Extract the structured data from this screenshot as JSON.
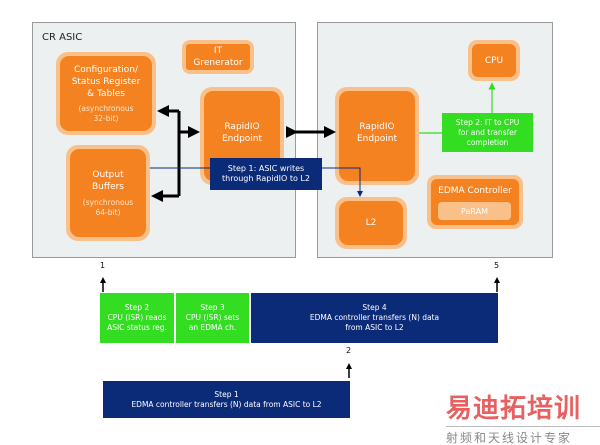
{
  "left_panel": {
    "title": "CR ASIC",
    "it_generator": {
      "line1": "IT",
      "line2": "Grenerator"
    },
    "config": {
      "line1": "Configuration/",
      "line2": "Status Register",
      "line3": "& Tables",
      "note1": "(asynchronous",
      "note2": "32-bit)"
    },
    "output": {
      "line1": "Output",
      "line2": "Buffers",
      "note1": "(synchronous",
      "note2": "64-bit)"
    },
    "rapidio": {
      "line1": "RapidIO",
      "line2": "Endpoint"
    }
  },
  "right_panel": {
    "rapidio": {
      "line1": "RapidIO",
      "line2": "Endpoint"
    },
    "cpu": "CPU",
    "l2": "L2",
    "edma": "EDMA Controller",
    "param": "PaRAM"
  },
  "callouts": {
    "step1": {
      "line1": "Step 1: ASIC writes",
      "line2": "through RapidIO to L2"
    },
    "step2": {
      "line1": "Step 2: IT to CPU",
      "line2": "for and transfer",
      "line3": "completion"
    }
  },
  "timeline": {
    "markers": {
      "m1": "1",
      "m2": "2",
      "m5": "5"
    },
    "step2": {
      "title": "Step 2",
      "line1": "CPU (ISR) reads",
      "line2": "ASIC status reg."
    },
    "step3": {
      "title": "Step 3",
      "line1": "CPU (ISR) sets",
      "line2": "an EDMA ch."
    },
    "step4": {
      "title": "Step 4",
      "line1": "EDMA controller transfers (N) data",
      "line2": "from ASIC to L2"
    },
    "step1": {
      "title": "Step 1",
      "line1": "EDMA controller transfers (N) data from ASIC to L2"
    }
  },
  "watermark": {
    "line1": "易迪拓培训",
    "line2": "射频和天线设计专家"
  },
  "colors": {
    "orange": "#f58220",
    "light_orange": "#f9c08a",
    "navy": "#0b2a78",
    "green": "#33dd22",
    "panel": "#ecf0f1"
  }
}
